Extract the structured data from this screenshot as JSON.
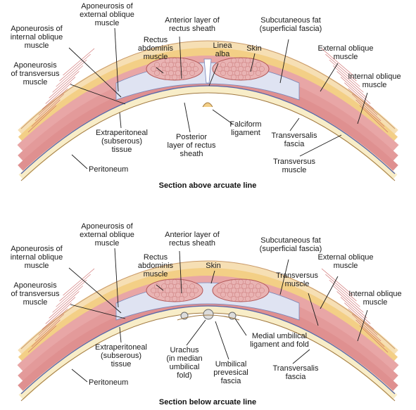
{
  "colors": {
    "skin": "#f6dfb4",
    "subcutaneous_fat": "#f3cf86",
    "muscle": "#e8a6a6",
    "muscle_cell_stroke": "#b25757",
    "rectus": "#e9b3b3",
    "aponeurosis": "#dfe3f2",
    "fascia_line": "#5566aa",
    "peritoneum": "#f8edc8",
    "urachus": "#dcdcdc"
  },
  "panel_top": {
    "caption": "Section above arcuate line",
    "labels": {
      "aponeurosis_external_oblique": [
        "Aponeurosis of",
        "external oblique",
        "muscle"
      ],
      "anterior_layer_rectus_sheath": [
        "Anterior layer of",
        "rectus sheath"
      ],
      "subcutaneous_fat": [
        "Subcutaneous fat",
        "(superficial fascia)"
      ],
      "aponeurosis_internal_oblique": [
        "Aponeurosis of",
        "internal oblique",
        "muscle"
      ],
      "rectus_abdominis": [
        "Rectus",
        "abdominis",
        "muscle"
      ],
      "linea_alba": [
        "Linea",
        "alba"
      ],
      "skin": [
        "Skin"
      ],
      "external_oblique": [
        "External oblique",
        "muscle"
      ],
      "aponeurosis_transversus": [
        "Aponeurosis",
        "of transversus",
        "muscle"
      ],
      "internal_oblique": [
        "Internal oblique",
        "muscle"
      ],
      "extraperitoneal": [
        "Extraperitoneal",
        "(subserous)",
        "tissue"
      ],
      "posterior_layer_rectus_sheath": [
        "Posterior",
        "layer of rectus",
        "sheath"
      ],
      "falciform_ligament": [
        "Falciform",
        "ligament"
      ],
      "transversalis_fascia": [
        "Transversalis",
        "fascia"
      ],
      "transversus_muscle": [
        "Transversus",
        "muscle"
      ],
      "peritoneum": [
        "Peritoneum"
      ]
    }
  },
  "panel_bottom": {
    "caption": "Section below arcuate line",
    "labels": {
      "aponeurosis_external_oblique": [
        "Aponeurosis of",
        "external oblique",
        "muscle"
      ],
      "anterior_layer_rectus_sheath": [
        "Anterior layer of",
        "rectus sheath"
      ],
      "subcutaneous_fat": [
        "Subcutaneous fat",
        "(superficial fascia)"
      ],
      "aponeurosis_internal_oblique": [
        "Aponeurosis of",
        "internal oblique",
        "muscle"
      ],
      "rectus_abdominis": [
        "Rectus",
        "abdominis",
        "muscle"
      ],
      "skin": [
        "Skin"
      ],
      "external_oblique": [
        "External oblique",
        "muscle"
      ],
      "transversus_muscle": [
        "Transversus",
        "muscle"
      ],
      "aponeurosis_transversus": [
        "Aponeurosis",
        "of transversus",
        "muscle"
      ],
      "internal_oblique": [
        "Internal oblique",
        "muscle"
      ],
      "medial_umbilical": [
        "Medial umbilical",
        "ligament and fold"
      ],
      "extraperitoneal": [
        "Extraperitoneal",
        "(subserous)",
        "tissue"
      ],
      "urachus": [
        "Urachus",
        "(in median",
        "umbilical",
        "fold)"
      ],
      "umbilical_prevesical": [
        "Umbilical",
        "prevesical",
        "fascia"
      ],
      "transversalis_fascia": [
        "Transversalis",
        "fascia"
      ],
      "peritoneum": [
        "Peritoneum"
      ]
    }
  }
}
